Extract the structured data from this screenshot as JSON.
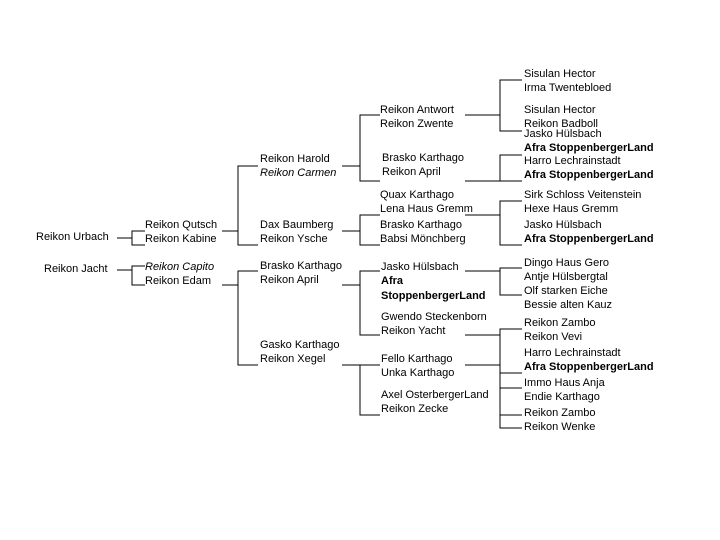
{
  "root": {
    "sire": "Reikon Urbach",
    "dam": "Reikon Jacht"
  },
  "gen2": {
    "urbach_sire": "Reikon Qutsch",
    "urbach_dam": "Reikon Kabine",
    "jacht_sire": "Reikon Capito",
    "jacht_dam": "Reikon Edam"
  },
  "gen3": {
    "qutsch_sire": "Reikon Harold",
    "qutsch_dam": "Reikon Carmen",
    "kabine_sire": "Dax Baumberg",
    "kabine_dam": "Reikon Ysche",
    "capito_sire": "Brasko Karthago",
    "capito_dam": "Reikon April",
    "edam_sire": "Gasko Karthago",
    "edam_dam": "Reikon Xegel"
  },
  "gen4": {
    "harold_sire": "Reikon Antwort",
    "harold_dam": "Reikon Zwente",
    "carmen_sire": "Brasko Karthago",
    "carmen_dam": "Reikon April",
    "dax_sire": "Quax Karthago",
    "dax_dam": "Lena Haus Gremm",
    "ysche_sire": "Brasko Karthago",
    "ysche_dam": "Babsi Mönchberg",
    "brasko_sire": "Jasko Hülsbach",
    "brasko_dam_line1": "Afra",
    "brasko_dam_line2": "StoppenbergerLand",
    "april_sire": "Gwendo Steckenborn",
    "april_dam": "Reikon Yacht",
    "gasko_sire": "Fello Karthago",
    "gasko_dam": "Unka Karthago",
    "xegel_sire": "Axel OsterbergerLand",
    "xegel_dam": "Reikon Zecke"
  },
  "gen5": {
    "antwort_sire": "Sisulan Hector",
    "antwort_dam": "Irma Twentebloed",
    "zwente_sire": "Sisulan Hector",
    "zwente_dam": "Reikon Badboll",
    "carmen_brasko_sire": "Jasko Hülsbach",
    "carmen_brasko_dam": "Afra StoppenbergerLand",
    "carmen_april_sire": "Harro Lechrainstadt",
    "carmen_april_dam": "Afra StoppenbergerLand",
    "quax_sire": "Sirk Schloss Veitenstein",
    "quax_dam": "Hexe Haus Gremm",
    "ysche_brasko_sire": "Jasko Hülsbach",
    "ysche_brasko_dam": "Afra StoppenbergerLand",
    "jasko_sire": "Dingo Haus Gero",
    "jasko_dam": "Antje Hülsbergtal",
    "afra_sire": "Olf starken Eiche",
    "afra_dam": "Bessie alten Kauz",
    "gwendo_sire": "Reikon Zambo",
    "gwendo_dam": "Reikon Vevi",
    "yacht_sire": "Harro Lechrainstadt",
    "yacht_dam": "Afra StoppenbergerLand",
    "fello_sire": "Immo Haus Anja",
    "fello_dam": "Endie Karthago",
    "zecke_sire": "Reikon Zambo",
    "zecke_dam": "Reikon Wenke"
  }
}
